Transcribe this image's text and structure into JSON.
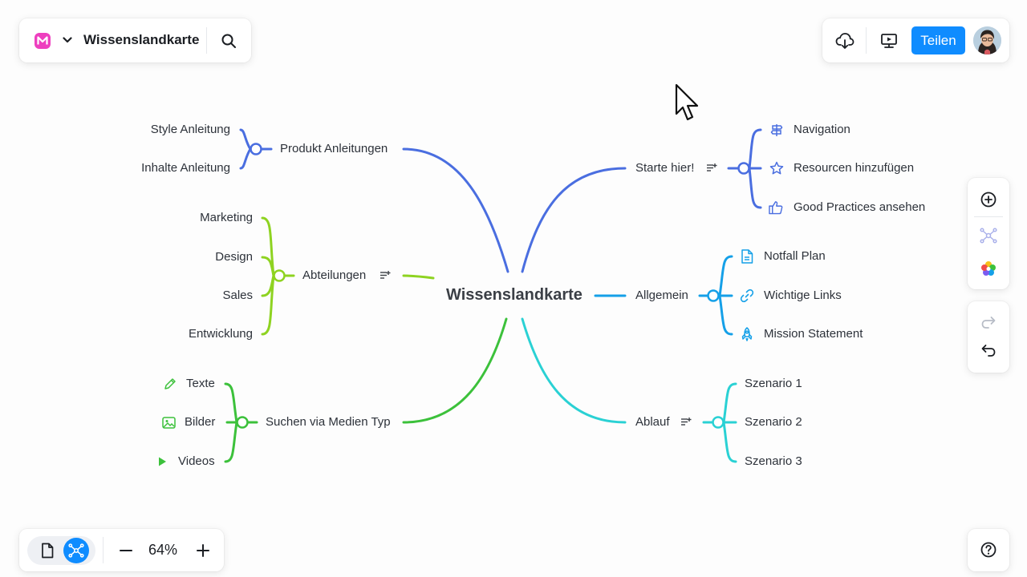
{
  "toolbar": {
    "board_title": "Wissenslandkarte",
    "share_label": "Teilen",
    "zoom_level": "64%"
  },
  "mindmap": {
    "center": "Wissenslandkarte",
    "branches": {
      "produkt": {
        "label": "Produkt Anleitungen",
        "color": "#4a6ee0",
        "children": [
          "Style Anleitung",
          "Inhalte Anleitung"
        ]
      },
      "abteilungen": {
        "label": "Abteilungen",
        "color": "#8ed321",
        "children": [
          "Marketing",
          "Design",
          "Sales",
          "Entwicklung"
        ]
      },
      "suchen": {
        "label": "Suchen via Medien Typ",
        "color": "#3cc13b",
        "children": [
          "Texte",
          "Bilder",
          "Videos"
        ]
      },
      "starte": {
        "label": "Starte hier!",
        "color": "#4a6ee0",
        "children": [
          "Navigation",
          "Resourcen hinzufügen",
          "Good Practices ansehen"
        ]
      },
      "allgemein": {
        "label": "Allgemein",
        "color": "#15a0e8",
        "children": [
          "Notfall Plan",
          "Wichtige Links",
          "Mission Statement"
        ]
      },
      "ablauf": {
        "label": "Ablauf",
        "color": "#2ad1d4",
        "children": [
          "Szenario 1",
          "Szenario 2",
          "Szenario 3"
        ]
      }
    }
  },
  "icons": {
    "logo": "miro-logo-icon",
    "chevron": "chevron-down-icon",
    "search": "search-icon",
    "download": "cloud-download-icon",
    "present": "presentation-icon",
    "add": "add-circle-icon",
    "mindmap": "mindmap-icon",
    "palette": "color-palette-icon",
    "redo": "redo-icon",
    "undo": "undo-icon",
    "page": "page-icon",
    "minus": "minus-icon",
    "plus": "plus-icon",
    "help": "help-icon"
  }
}
